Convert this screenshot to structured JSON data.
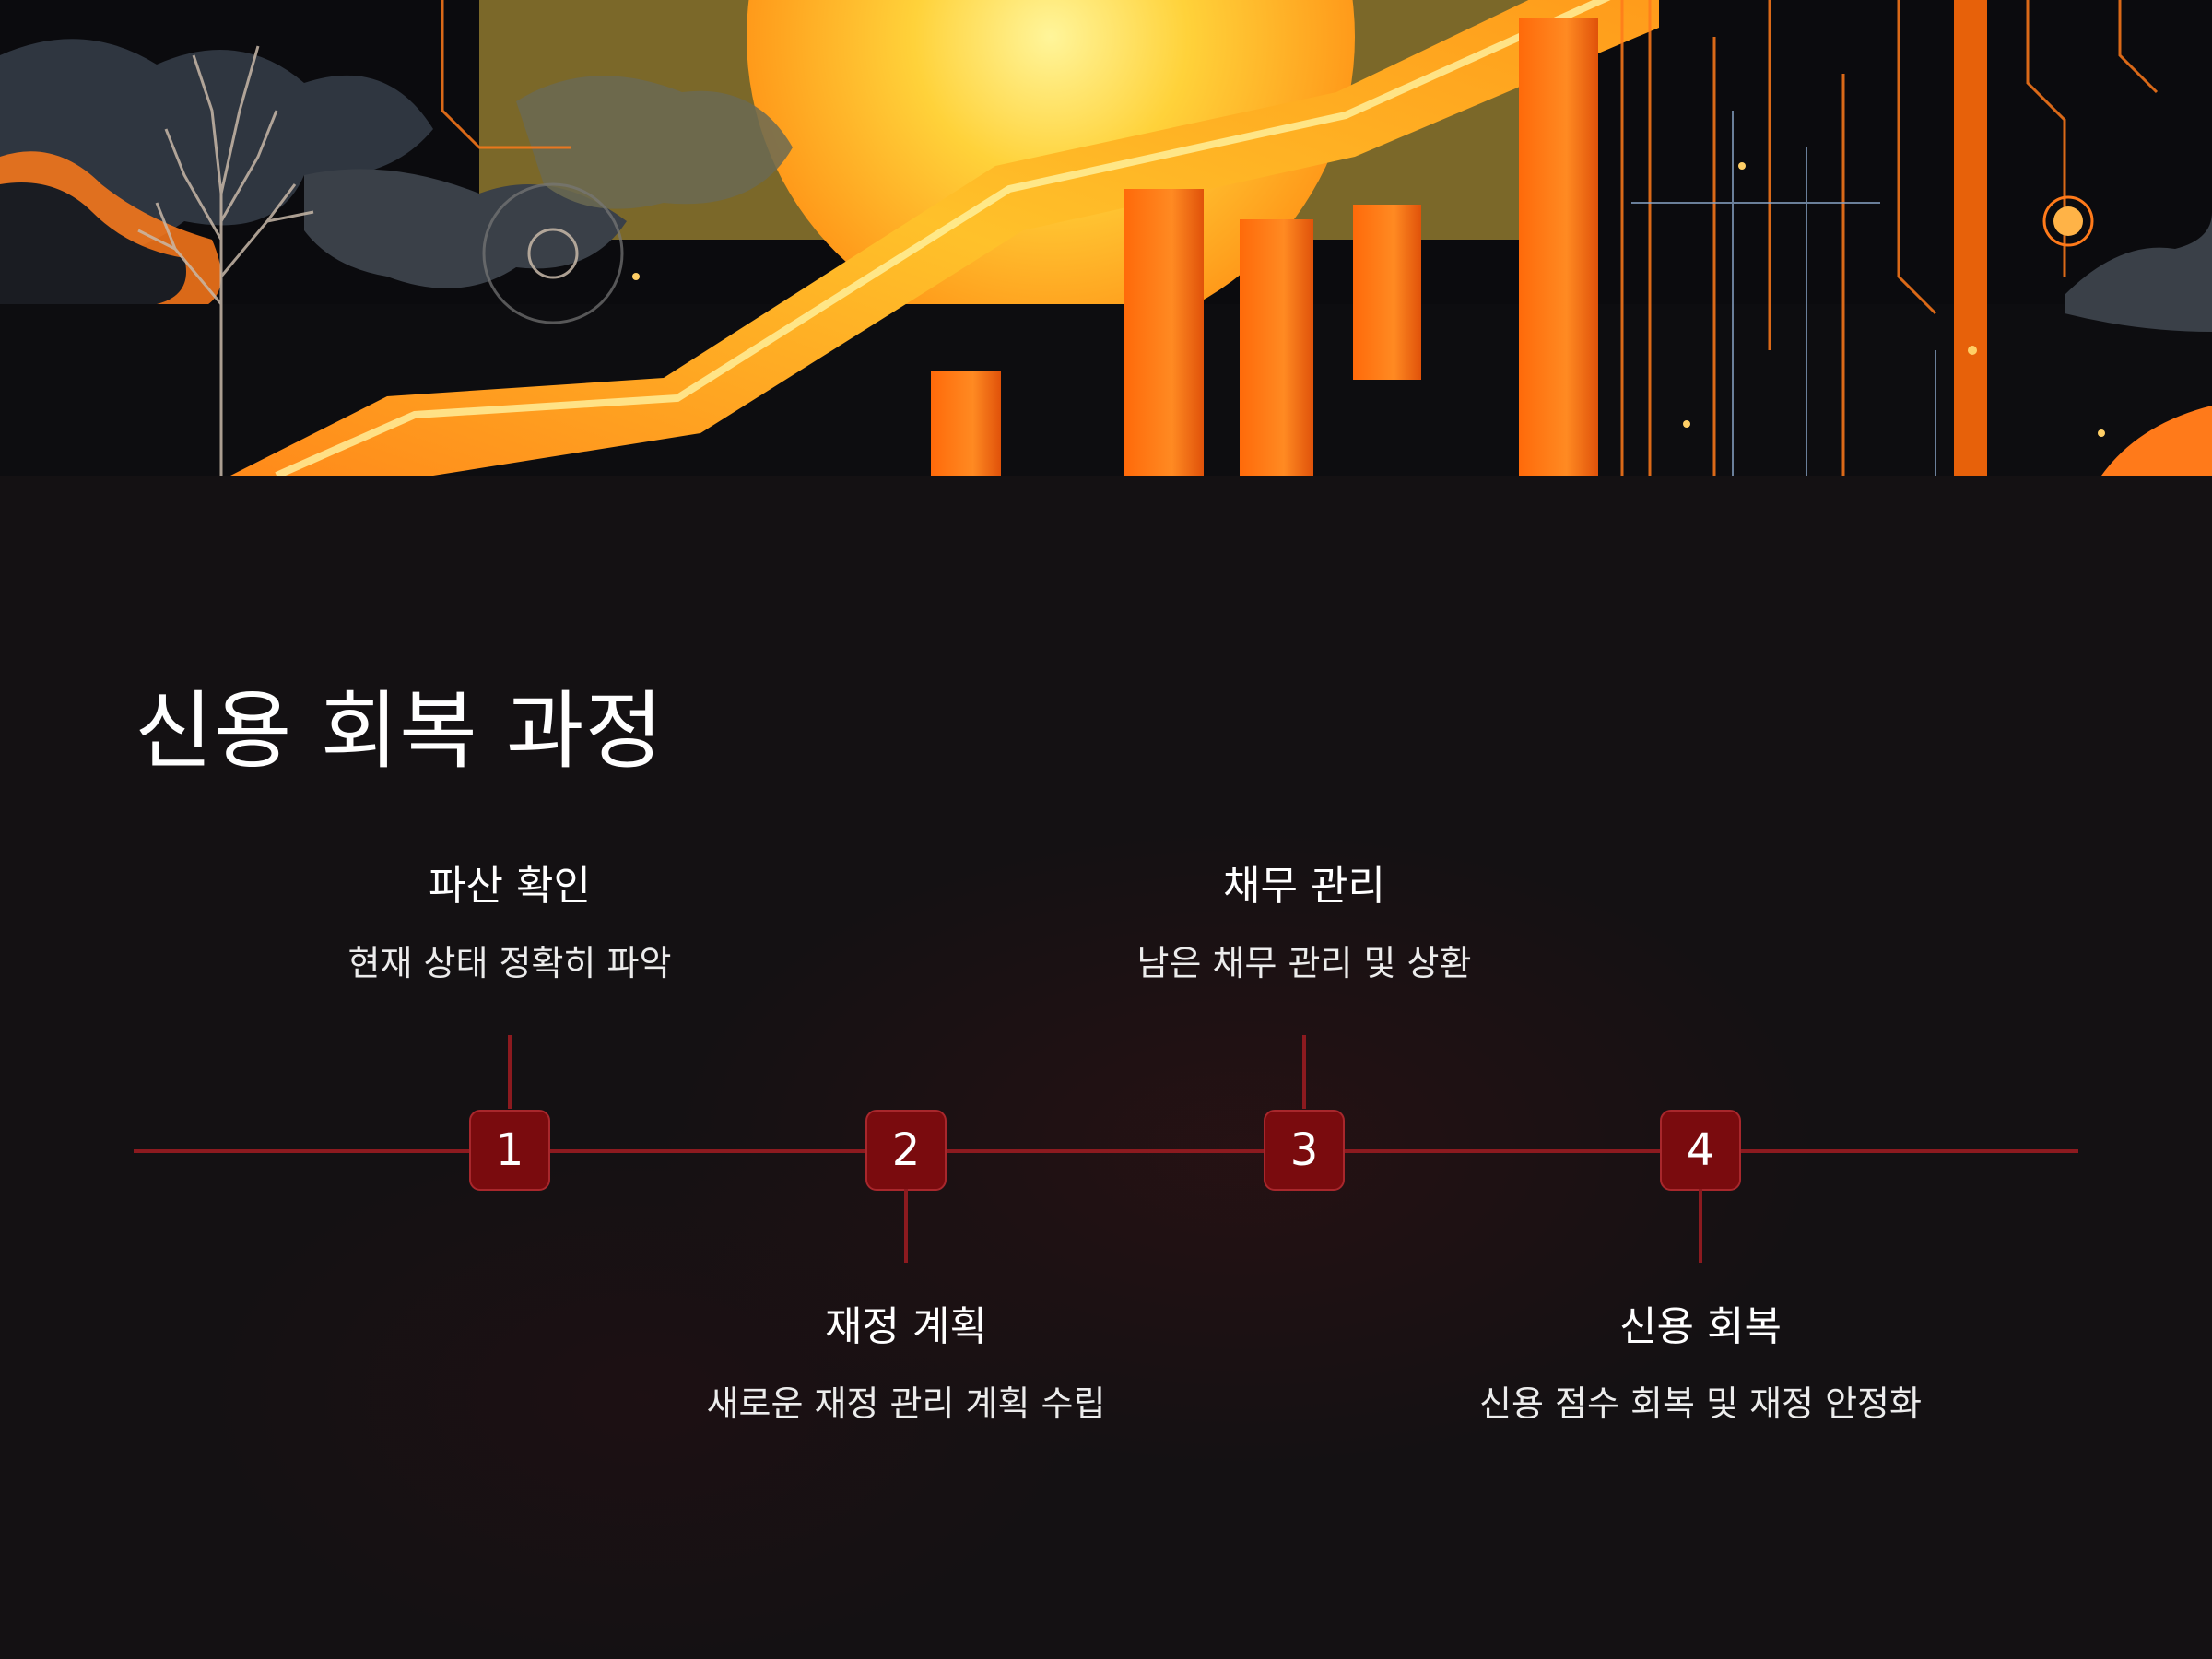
{
  "page": {
    "title": "신용 회복 과정"
  },
  "steps": [
    {
      "number": "1",
      "title": "파산 확인",
      "description": "현재 상태 정확히 파악"
    },
    {
      "number": "2",
      "title": "재정 계획",
      "description": "새로운 재정 관리 계획 수립"
    },
    {
      "number": "3",
      "title": "채무 관리",
      "description": "남은 채무 관리 및 상환"
    },
    {
      "number": "4",
      "title": "신용 회복",
      "description": "신용 점수 회복 및 재정 안정화"
    }
  ],
  "colors": {
    "background": "#141113",
    "accent": "#8c1a1f",
    "marker": "#7a0b0e",
    "hero_orange": "#ff7a1a",
    "hero_yellow": "#ffd23a"
  }
}
